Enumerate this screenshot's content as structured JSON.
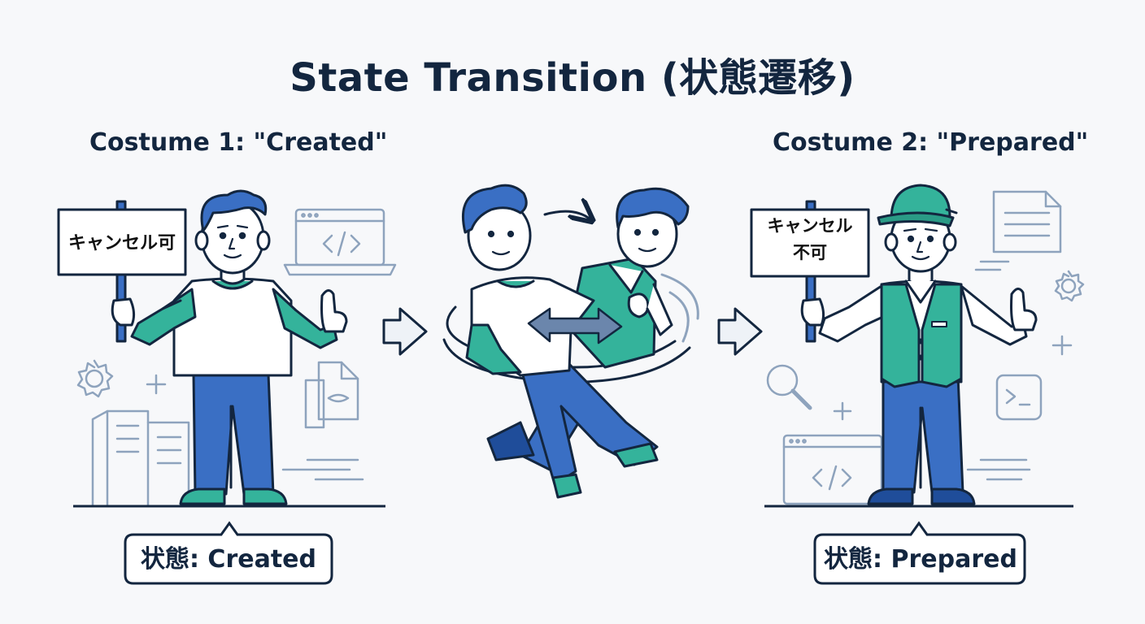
{
  "title": "State Transition (状態遷移)",
  "costume1": {
    "heading": "Costume 1: \"Created\"",
    "sign": "キャンセル可",
    "state": "状態: Created"
  },
  "costume2": {
    "heading": "Costume 2: \"Prepared\"",
    "sign_line1": "キャンセル",
    "sign_line2": "不可",
    "state": "状態: Prepared"
  },
  "colors": {
    "navy": "#13263f",
    "blue": "#3a6fc4",
    "teal": "#34b39b",
    "icon_gray": "#8ea3bd"
  },
  "icons": [
    "code-window-icon",
    "gear-icon",
    "sparkle-icon",
    "document-icon",
    "building-icon",
    "magnifier-icon",
    "terminal-icon",
    "arrow-right-icon",
    "swap-arrow-icon"
  ]
}
